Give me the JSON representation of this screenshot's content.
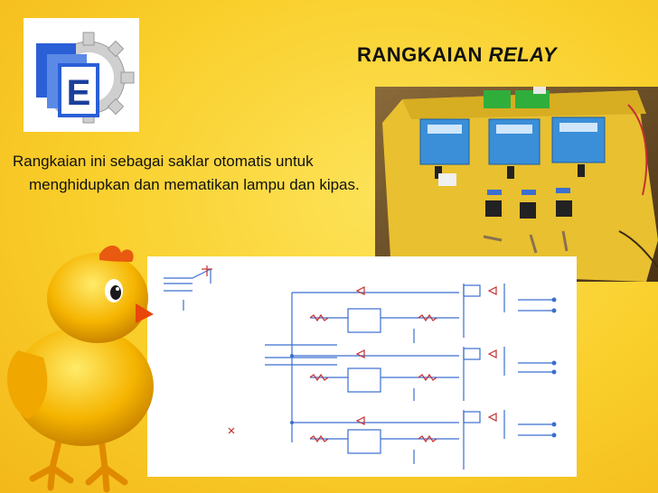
{
  "slide": {
    "title_main": "RANGKAIAN ",
    "title_em": "RELAY",
    "body": "Rangkaian ini sebagai saklar otomatis untuk menghidupkan dan mematikan lampu dan kipas.",
    "logo_letter": "E",
    "logo_image": "gear-e-logo",
    "photo_image": "relay-board-photo",
    "schematic_image": "relay-circuit-schematic",
    "mascot_image": "yellow-chick"
  },
  "colors": {
    "background": "#f9cf2b",
    "logo_blue": "#2a5fd6",
    "logo_gear": "#c8c8c8",
    "pcb_yellow": "#e8c030",
    "relay_blue": "#3a8fd8",
    "terminal_green": "#2fae3c",
    "wire_blue": "#3b6fd0",
    "wire_red": "#c43030"
  }
}
